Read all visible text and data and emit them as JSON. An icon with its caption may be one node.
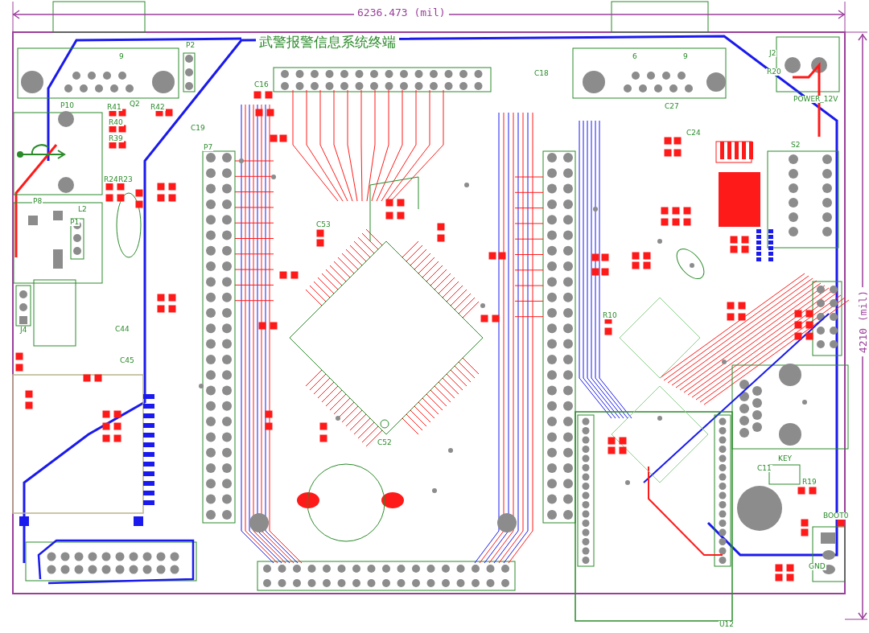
{
  "diagram": {
    "title": "武警报警信息系统终端",
    "labels": [
      "6236.473 (mil)",
      "4210 (mil)",
      "P2",
      "9",
      "6",
      "9",
      "J2",
      "R20",
      "POWER_12V",
      "P10",
      "R41",
      "Q2",
      "R42",
      "R40",
      "R39",
      "C16",
      "C18",
      "C19",
      "C27",
      "C24",
      "S2",
      "P7",
      "R24",
      "R23",
      "P8",
      "L2",
      "P1",
      "C53",
      "R10",
      "J4",
      "C44",
      "C45",
      "C52",
      "KEY",
      "C11",
      "R19",
      "BOOT0",
      "GND",
      "U12"
    ]
  }
}
